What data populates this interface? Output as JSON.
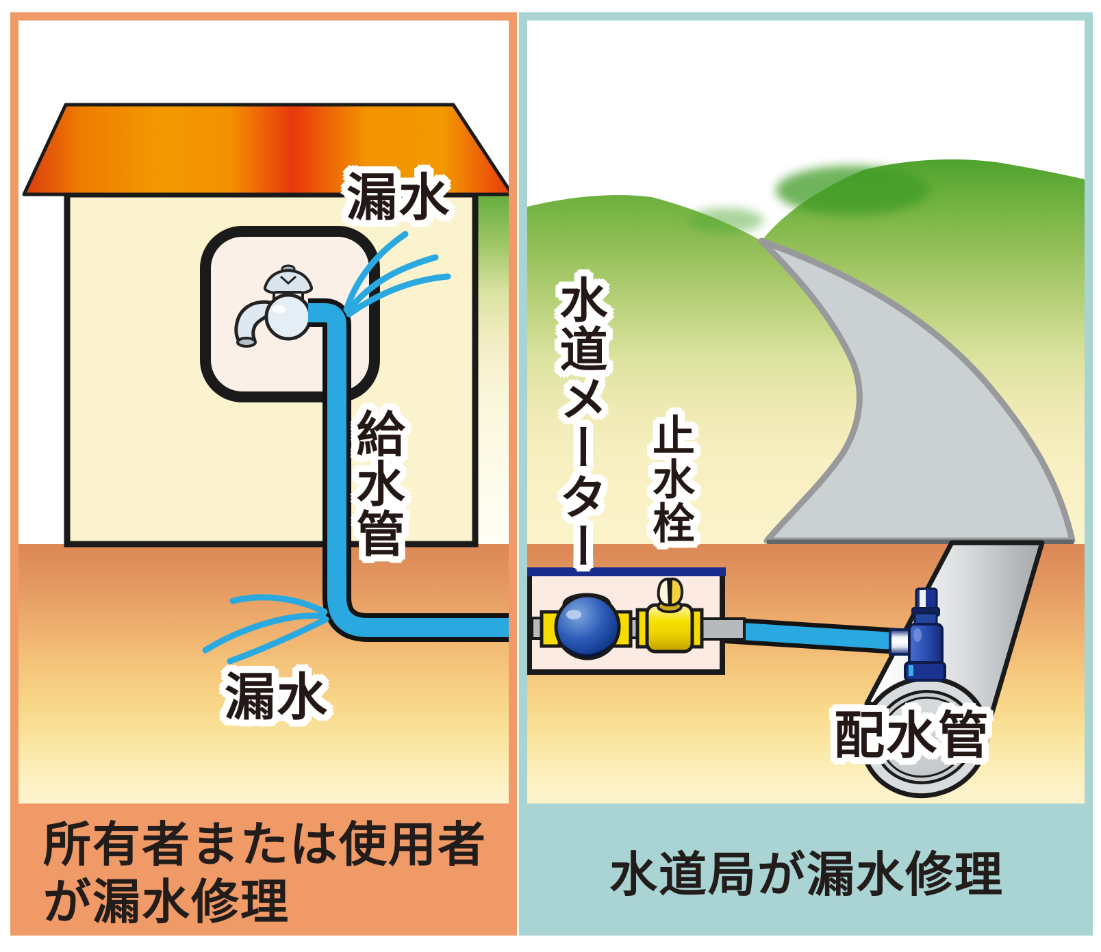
{
  "left_panel": {
    "theme_color": "#f09a68",
    "labels": {
      "leak_top": "漏水",
      "supply_pipe": "給水管",
      "leak_bottom": "漏水"
    },
    "caption": {
      "line1": "所有者または使用者",
      "line2": "が漏水修理"
    }
  },
  "right_panel": {
    "theme_color": "#aad3d4",
    "labels": {
      "water_meter": "水道メーター",
      "stop_valve": "止水栓",
      "distribution_pipe": "配水管"
    },
    "caption": "水道局が漏水修理"
  },
  "colors": {
    "pipe_blue": "#2aa9e1",
    "roof_orange": "#f39800",
    "roof_red": "#e8380d",
    "meter_blue": "#1e4fa8",
    "valve_yellow": "#f6dc00",
    "soil_top": "#db8756",
    "grass_green": "#4ba02c",
    "road_gray": "#cbd0d3"
  }
}
